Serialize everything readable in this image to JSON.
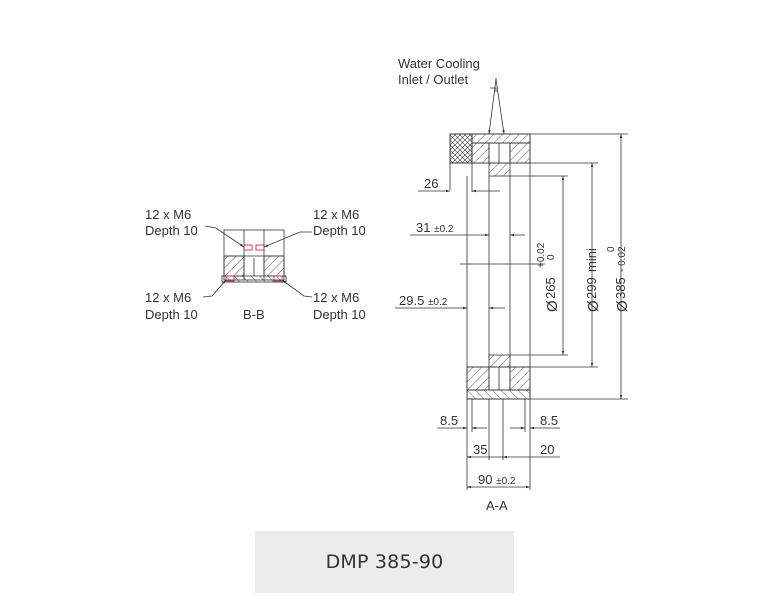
{
  "drawing": {
    "title": "DMP 385-90",
    "section_aa": {
      "label": "A-A",
      "callout": {
        "line1": "Water Cooling",
        "line2": "Inlet / Outlet"
      },
      "dims": {
        "d26": "26",
        "d31": "31",
        "d31_tol": "±0.2",
        "d29_5": "29.5",
        "d29_5_tol": "±0.2",
        "d8_5_left": "8.5",
        "d8_5_right": "8.5",
        "d35": "35",
        "d20": "20",
        "d90": "90",
        "d90_tol": "±0.2"
      },
      "diameters": {
        "symbol": "Ø",
        "d265": "265",
        "d265_tol_upper": "+0.02",
        "d265_tol_lower": "0",
        "d299": "299",
        "d299_note": "mini",
        "d385": "385",
        "d385_tol_upper": "0",
        "d385_tol_lower": "- 0.02"
      }
    },
    "section_bb": {
      "label": "B-B",
      "threads": [
        {
          "line1": "12 x M6",
          "line2": "Depth 10"
        },
        {
          "line1": "12 x M6",
          "line2": "Depth 10"
        },
        {
          "line1": "12 x M6",
          "line2": "Depth 10"
        },
        {
          "line1": "12 x M6",
          "line2": "Depth 10"
        }
      ],
      "thread_color": "#c0304a"
    },
    "colors": {
      "line": "#333333",
      "caption_bg": "#ececec"
    }
  }
}
